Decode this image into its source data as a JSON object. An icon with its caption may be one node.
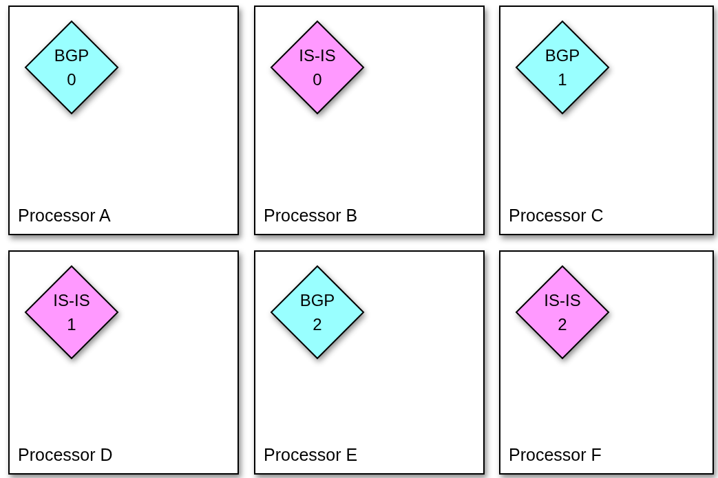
{
  "diagram": {
    "nodes": [
      {
        "text": [
          "Processor A"
        ]
      },
      {
        "text": [
          "BGP 0"
        ],
        "in": 0
      },
      {
        "text": [
          "Processor B"
        ]
      },
      {
        "text": [
          "IS-IS 0"
        ],
        "in": 2
      },
      {
        "text": [
          "Processor C"
        ]
      },
      {
        "text": [
          "BGP 1"
        ],
        "in": 4
      },
      {
        "text": [
          "Processor D"
        ]
      },
      {
        "text": [
          "IS-IS 1"
        ],
        "in": 6
      },
      {
        "text": [
          "Processor E"
        ]
      },
      {
        "text": [
          "BGP 2"
        ],
        "in": 8
      },
      {
        "text": [
          "Processor F"
        ]
      },
      {
        "text": [
          "IS-IS 2"
        ],
        "in": 10
      }
    ]
  }
}
